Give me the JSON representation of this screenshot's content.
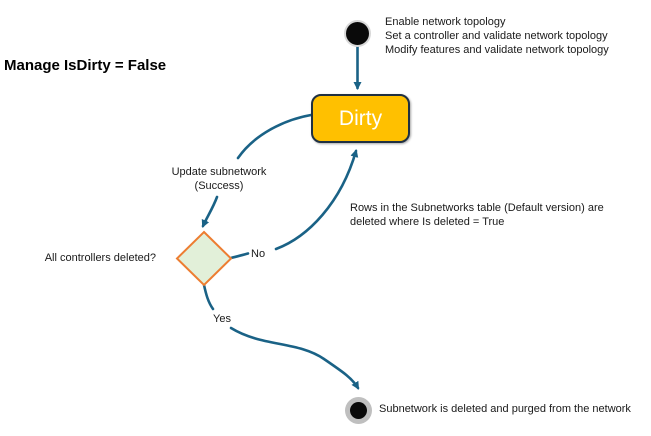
{
  "diagram": {
    "title": "Manage IsDirty = False",
    "colors": {
      "arrow": "#1a6286",
      "state_fill": "#ffc000",
      "state_border": "#1f3042",
      "decision_fill": "#e2f0d9",
      "decision_border": "#ed7d31",
      "final_ring": "#bfbfbf",
      "node_black": "#0a0a0a"
    },
    "initial_state": {
      "annotation_lines": [
        "Enable network topology",
        "Set a controller and validate network topology",
        "Modify features and validate network topology"
      ]
    },
    "states": {
      "dirty": {
        "label": "Dirty"
      }
    },
    "decision": {
      "question": "All controllers deleted?"
    },
    "transitions": {
      "update_subnetwork": {
        "label_line1": "Update subnetwork",
        "label_line2": "(Success)"
      },
      "no": {
        "label": "No",
        "note_line1": "Rows in the Subnetworks table (Default version) are",
        "note_line2": "deleted where Is deleted = True"
      },
      "yes": {
        "label": "Yes"
      }
    },
    "final_state": {
      "annotation": "Subnetwork is deleted and purged from the network"
    }
  }
}
